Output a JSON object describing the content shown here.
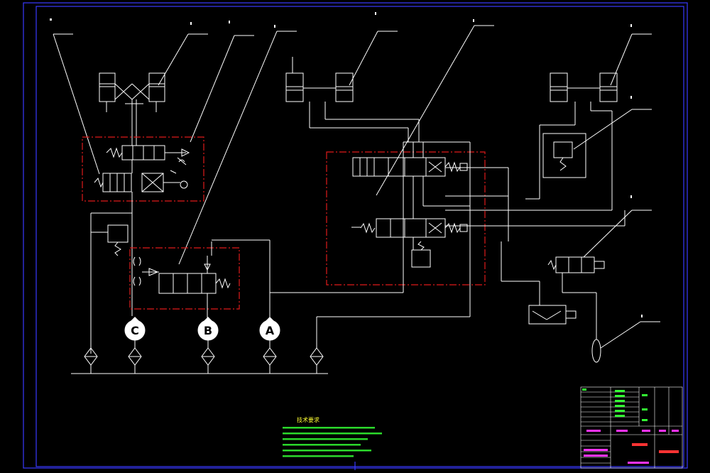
{
  "drawing": {
    "pumps": [
      {
        "id": "C",
        "label": "C"
      },
      {
        "id": "B",
        "label": "B"
      },
      {
        "id": "A",
        "label": "A"
      }
    ],
    "notes": {
      "title": "技术要求",
      "lines": [
        "",
        "",
        "",
        "",
        "",
        ""
      ]
    }
  },
  "colors": {
    "background": "#000000",
    "lines": "#ffffff",
    "boundary": "#e01a1a",
    "frame": "#3a3aff",
    "notes_title": "#ffff33",
    "notes_text": "#33ff33"
  }
}
